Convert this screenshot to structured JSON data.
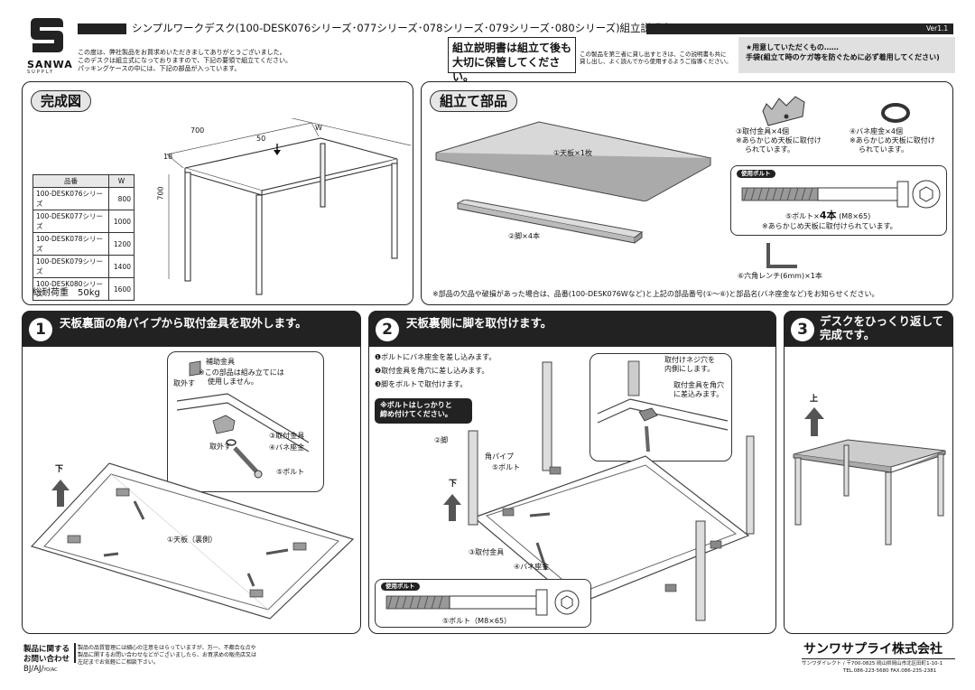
{
  "header": {
    "title": "シンプルワークデスク(100-DESK076シリーズ･077シリーズ･078シリーズ･079シリーズ･080シリーズ)組立説明書",
    "version": "Ver1.1",
    "logo_text": "SANWA",
    "logo_sub": "SUPPLY",
    "intro": [
      "この度は、弊社製品をお買求めいただきましてありがとうございました。",
      "このデスクは組立式になっておりますので、下記の要領で組立てください。",
      "パッキングケースの中には、下記の部品が入っています。"
    ],
    "keep_notice": [
      "組立説明書は組立て後も",
      "大切に保管してください。"
    ],
    "keep_sub": [
      "この製品を第三者に貸し出すときは、この説明書も共に",
      "貸し出し、よく読んでから使用するようご指導ください。"
    ],
    "prepare_title": "★用意していただくもの……",
    "prepare_body": "手袋(組立て時のケガ等を防ぐために必ず着用してください)"
  },
  "finished": {
    "label": "完成図",
    "dim_700_top": "700",
    "dim_w": "W",
    "dim_50": "50",
    "dim_18": "18",
    "dim_700_side": "700",
    "table_headers": [
      "品番",
      "W"
    ],
    "table_rows": [
      [
        "100-DESK076シリーズ",
        "800"
      ],
      [
        "100-DESK077シリーズ",
        "1000"
      ],
      [
        "100-DESK078シリーズ",
        "1200"
      ],
      [
        "100-DESK079シリーズ",
        "1400"
      ],
      [
        "100-DESK080シリーズ",
        "1600"
      ]
    ],
    "load": "総耐荷重　50kg"
  },
  "parts": {
    "label": "組立て部品",
    "top_board": "①天板×1枚",
    "leg": "②脚×4本",
    "bracket": [
      "③取付金具×4個",
      "※あらかじめ天板に取付け",
      "られています。"
    ],
    "washer": [
      "④バネ座金×4個",
      "※あらかじめ天板に取付け",
      "られています。"
    ],
    "used_bolt_tag": "使用ボルト",
    "bolt_prefix": "⑤ボルト×",
    "bolt_count": "4本",
    "bolt_size": "(M8×65)",
    "bolt_note": "※あらかじめ天板に取付けられています。",
    "wrench": "⑥六角レンチ(6mm)×1本",
    "notice": "※部品の欠品や破損があった場合は、品番(100-DESK076Wなど)と上記の部品番号(①～⑥)と部品名(バネ座金など)をお知らせください。"
  },
  "step1": {
    "num": "1",
    "title": "天板裏面の角パイプから取付金具を取外します。",
    "aux": "補助金具",
    "aux_note": [
      "※この部品は組み立てには",
      "使用しません。"
    ],
    "remove1": "取外す",
    "remove2": "取外す",
    "bracket": "③取付金具",
    "washer": "④バネ座金",
    "bolt": "⑤ボルト",
    "down": "下",
    "board": "①天板（裏側）"
  },
  "step2": {
    "num": "2",
    "title": "天板裏側に脚を取付けます。",
    "inst": [
      "❶ボルトにバネ座金を差し込みます。",
      "❷取付金具を角穴に差し込みます。",
      "❸脚をボルトで取付けます。"
    ],
    "warn": [
      "※ボルトはしっかりと",
      "締め付けてください。"
    ],
    "hole": [
      "取付けネジ穴を",
      "内側にします。"
    ],
    "insert": [
      "取付金具を角穴",
      "に差込みます。"
    ],
    "leg": "②脚",
    "pipe": "角パイプ",
    "bolt": "⑤ボルト",
    "bracket": "③取付金具",
    "washer": "④バネ座金",
    "down": "下",
    "used_bolt_tag": "使用ボルト",
    "bolt_label": "⑤ボルト（M8×65）"
  },
  "step3": {
    "num": "3",
    "title": [
      "デスクをひっくり返して",
      "完成です。"
    ],
    "up": "上"
  },
  "footer": {
    "contact": [
      "製品に関する",
      "お問い合わせ"
    ],
    "code": "BJ/AJ/",
    "code_small": "YO/AC",
    "notes": [
      "製品の品質管理には細心の注意をはらっていますが、万一、不都合な点や",
      "製品に関するお問い合わせなどがございましたら、お買求めの販売店又は",
      "左記までお気軽にご相談下さい。"
    ],
    "company": "サンワサプライ株式会社",
    "address": "サンワダイレクト / 〒700-0825 岡山県岡山市北区田町1-10-1",
    "tel": "TEL.086-223-5680  FAX.086-235-2381"
  }
}
